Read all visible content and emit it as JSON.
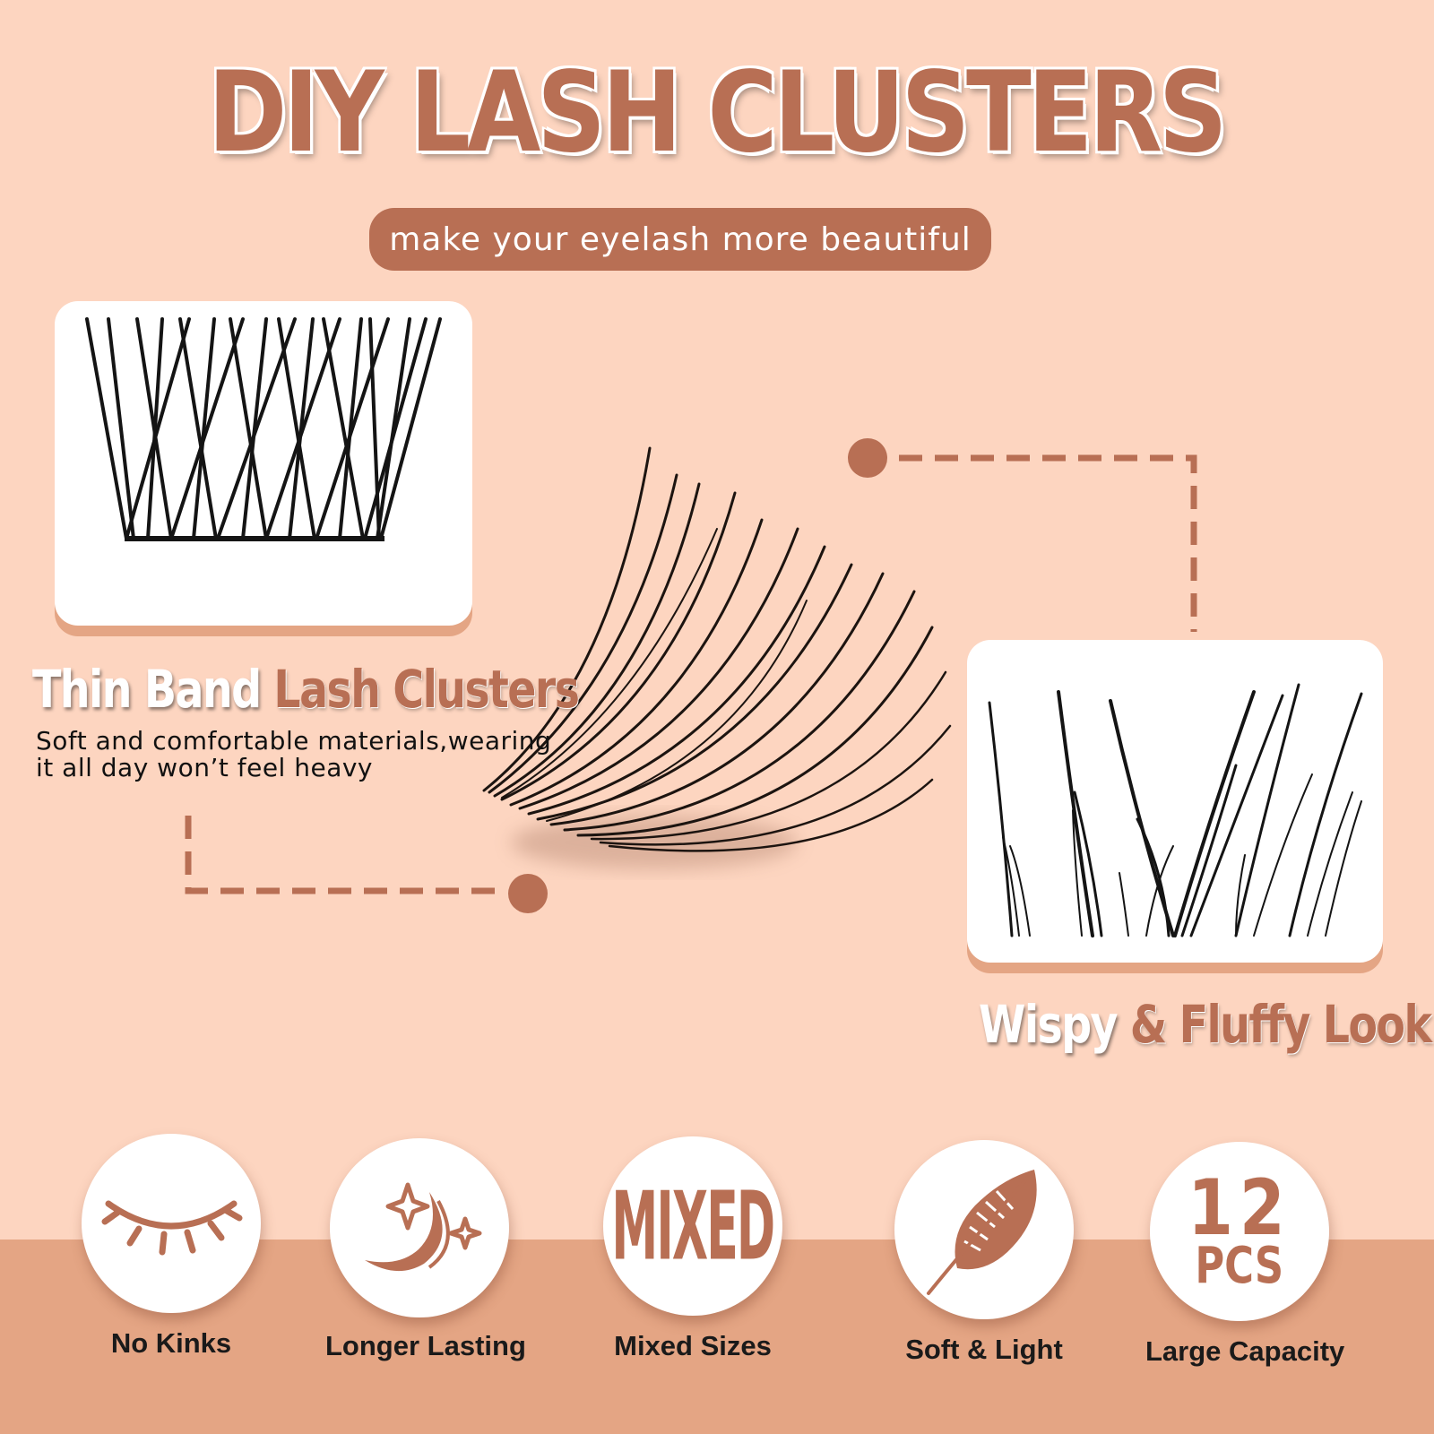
{
  "header": {
    "title": "DIY LASH CLUSTERS",
    "subtitle": "make your eyelash more beautiful"
  },
  "left_callout": {
    "heading_white": "Thin Band",
    "heading_brown": "Lash Clusters",
    "description": "Soft and comfortable materials,wearing it all day won’t feel heavy"
  },
  "right_callout": {
    "heading_white": "Wispy",
    "heading_brown": "& Fluffy Look"
  },
  "features": [
    {
      "label": "No Kinks",
      "icon": "closed-eye-icon"
    },
    {
      "label": "Longer Lasting",
      "icon": "moon-stars-icon"
    },
    {
      "label": "Mixed Sizes",
      "icon": "mixed-text-icon",
      "badge": "MIXED"
    },
    {
      "label": "Soft & Light",
      "icon": "feather-icon"
    },
    {
      "label": "Large Capacity",
      "icon": "count-badge-icon",
      "count": "12",
      "unit": "PCS"
    }
  ],
  "colors": {
    "background": "#fdd5c0",
    "accent": "#b86f54",
    "band": "#e4a584"
  }
}
